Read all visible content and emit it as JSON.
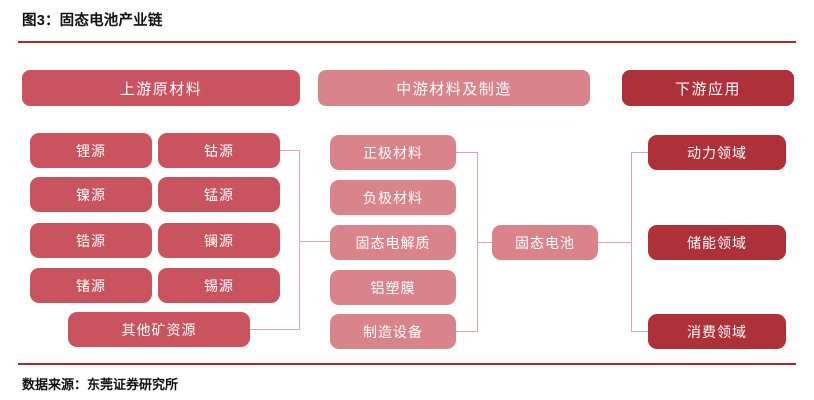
{
  "figure": {
    "title": "图3：固态电池产业链",
    "source": "数据来源：东莞证券研究所"
  },
  "colors": {
    "upstream": "#C9545F",
    "midstream": "#D9838B",
    "downstream": "#AE3139",
    "center_node": "#DA838B",
    "rule": "#A52A2A",
    "connector": "#E3A3A9"
  },
  "chart_data": {
    "type": "diagram",
    "title": "图3：固态电池产业链",
    "layout": "three-stage industry chain, left to right",
    "stages": [
      {
        "key": "upstream",
        "header": "上游原材料",
        "nodes": [
          "锂源",
          "钴源",
          "镍源",
          "锰源",
          "锆源",
          "镧源",
          "锗源",
          "锡源",
          "其他矿资源"
        ]
      },
      {
        "key": "midstream",
        "header": "中游材料及制造",
        "nodes": [
          "正极材料",
          "负极材料",
          "固态电解质",
          "铝塑膜",
          "制造设备"
        ]
      },
      {
        "key": "downstream",
        "header": "下游应用",
        "nodes": [
          "动力领域",
          "储能领域",
          "消费领域"
        ]
      }
    ],
    "center_node": "固态电池",
    "edges": [
      {
        "from": "上游原材料组",
        "to": "中游材料及制造组"
      },
      {
        "from": "中游材料及制造组",
        "to": "固态电池"
      },
      {
        "from": "固态电池",
        "to": "下游应用组"
      }
    ]
  },
  "upstream": {
    "header": "上游原材料",
    "col_left": [
      "锂源",
      "镍源",
      "锆源",
      "锗源"
    ],
    "col_right": [
      "钴源",
      "锰源",
      "镧源",
      "锡源"
    ],
    "wide": "其他矿资源"
  },
  "midstream": {
    "header": "中游材料及制造",
    "items": [
      "正极材料",
      "负极材料",
      "固态电解质",
      "铝塑膜",
      "制造设备"
    ],
    "center": "固态电池"
  },
  "downstream": {
    "header": "下游应用",
    "items": [
      "动力领域",
      "储能领域",
      "消费领域"
    ]
  }
}
